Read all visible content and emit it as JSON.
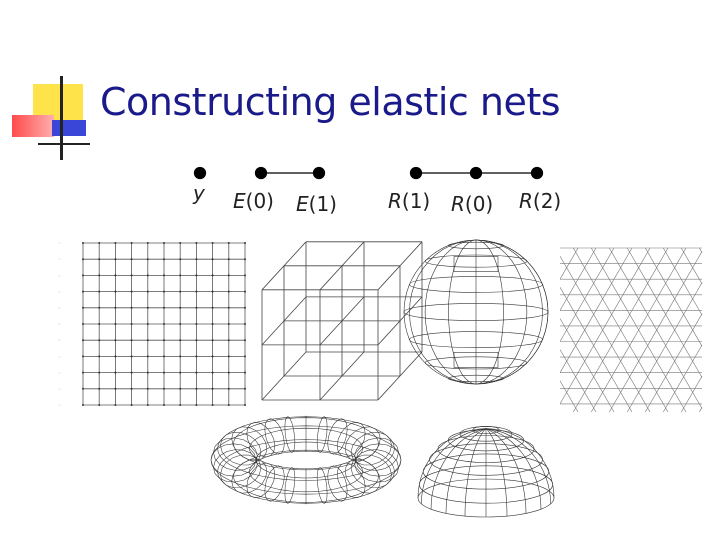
{
  "slide": {
    "title": "Constructing elastic nets",
    "accent_colors": {
      "yellow": "#ffe34a",
      "red": "#ff5a5a",
      "blue": "#3a46d8",
      "title_blue": "#1a1a8a"
    }
  },
  "diagram": {
    "node_labels": [
      {
        "name": "y",
        "arg": ""
      },
      {
        "name": "E",
        "arg": "(0)"
      },
      {
        "name": "E",
        "arg": "(1)"
      },
      {
        "name": "R",
        "arg": "(1)"
      },
      {
        "name": "R",
        "arg": "(0)"
      },
      {
        "name": "R",
        "arg": "(2)"
      }
    ]
  },
  "figures": [
    {
      "id": "square-grid-net"
    },
    {
      "id": "cube-grid-net"
    },
    {
      "id": "sphere-net"
    },
    {
      "id": "triangular-net"
    },
    {
      "id": "torus-net"
    },
    {
      "id": "hemisphere-net"
    }
  ]
}
